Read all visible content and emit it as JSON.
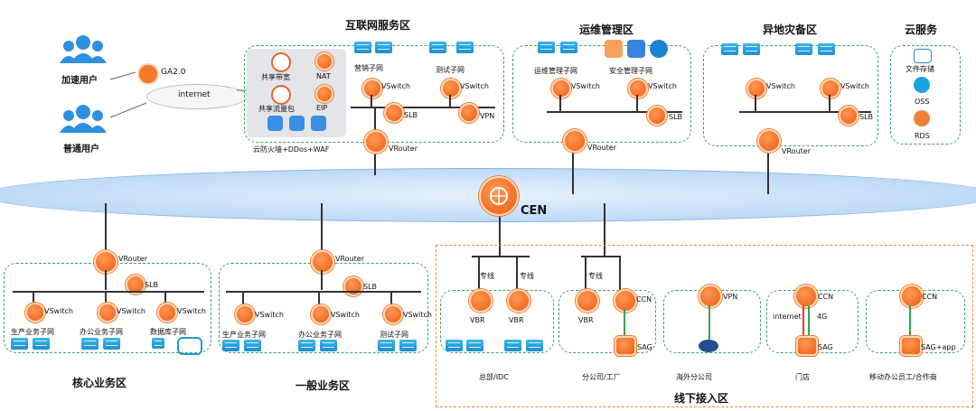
{
  "users": {
    "accel": "加速用户",
    "normal": "普通用户",
    "ga": "GA2.0",
    "internet": "internet"
  },
  "zones": {
    "internet_zone": "互联网服务区",
    "ops_zone": "运维管理区",
    "dr_zone": "异地灾备区",
    "cloud_zone": "云服务",
    "core_zone": "核心业务区",
    "general_zone": "一般业务区",
    "offline_zone": "线下接入区"
  },
  "internet_zone": {
    "shared_bw": "共享带宽",
    "nat": "NAT",
    "shared_traffic": "共享流量包",
    "eip": "EIP",
    "firewall": "云防火墙+DDos+WAF",
    "marketing": "营销子网",
    "test": "测试子网",
    "vswitch": "VSwitch",
    "slb": "SLB",
    "vpn": "VPN",
    "vrouter": "VRouter"
  },
  "ops_zone": {
    "ops_subnet": "运维管理子网",
    "sec_subnet": "安全管理子网",
    "vswitch": "VSwitch",
    "slb": "SLB",
    "vrouter": "VRouter"
  },
  "dr_zone": {
    "vswitch": "VSwitch",
    "slb": "SLB",
    "vrouter": "VRouter"
  },
  "cloud": {
    "file": "文件存储",
    "oss": "OSS",
    "rds": "RDS"
  },
  "cen": "CEN",
  "core": {
    "vrouter": "VRouter",
    "slb": "SLB",
    "vswitch": "VSwitch",
    "prod": "生产业务子网",
    "office": "办公业务子网",
    "db": "数据库子网"
  },
  "general": {
    "vrouter": "VRouter",
    "slb": "SLB",
    "vswitch": "VSwitch",
    "prod": "生产业务子网",
    "office": "办公业务子网",
    "test": "测试子网"
  },
  "offline": {
    "line": "专线",
    "vbr": "VBR",
    "ccn": "CCN",
    "sag": "SAG",
    "vpn": "VPN",
    "internet": "internet",
    "4g": "4G",
    "sag_app": "SAG+app",
    "hq": "总部/IDC",
    "branch": "分公司/工厂",
    "overseas": "海外分公司",
    "store": "门店",
    "mobile": "移动办公员工/合作商"
  },
  "colors": {
    "orange": "#f26b1d",
    "green_dash": "#3aa26d",
    "cen_blue": "#cfe4fb",
    "server_blue": "#1d8fd2"
  }
}
